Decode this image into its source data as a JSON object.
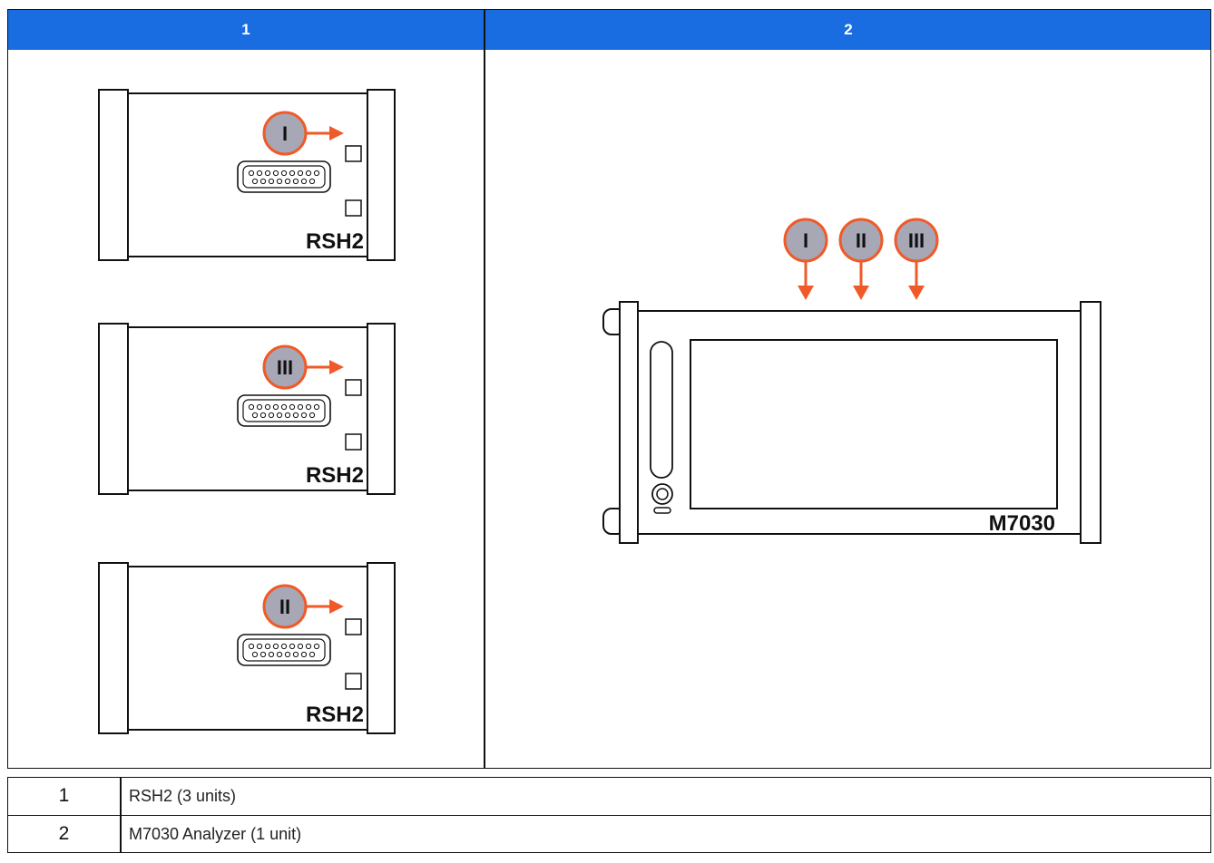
{
  "header": {
    "col1": "1",
    "col2": "2"
  },
  "devices": {
    "rsh2_units": [
      {
        "label": "RSH2",
        "marker": "I"
      },
      {
        "label": "RSH2",
        "marker": "III"
      },
      {
        "label": "RSH2",
        "marker": "II"
      }
    ],
    "analyzer": {
      "label": "M7030",
      "markers": [
        "I",
        "II",
        "III"
      ]
    }
  },
  "legend": [
    {
      "num": "1",
      "text": "RSH2 (3 units)"
    },
    {
      "num": "2",
      "text": "M7030 Analyzer (1 unit)"
    }
  ],
  "colors": {
    "header_bg": "#1a6de0",
    "arrow": "#f05a28",
    "marker_fill": "#a7a7b5",
    "marker_ring": "#f05a28"
  }
}
